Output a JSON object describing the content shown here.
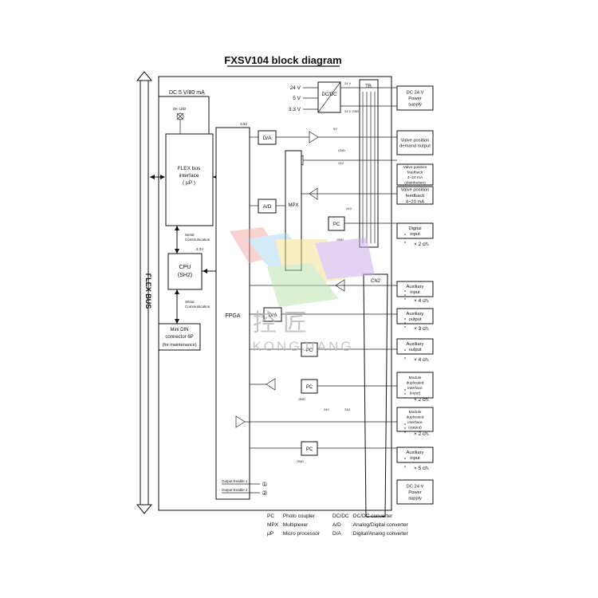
{
  "title": "FXSV104 block diagram",
  "flex_bus_label": "FLEX BUS",
  "dc_input_label": "DC 5 V/80 mA",
  "ok_led_label": "OK LED",
  "flex_if": {
    "line1": "FLEX bus",
    "line2": "interface",
    "line3": "( μP )"
  },
  "serial_comm_1": {
    "line1": "Serial",
    "line2": "Communication"
  },
  "serial_comm_2": {
    "line1": "Serial",
    "line2": "Communication"
  },
  "cpu": {
    "line1": "CPU",
    "line2": "(SH2)"
  },
  "cpu_33v": "3.3V",
  "mini_din": {
    "line1": "Mini DIN",
    "line2": "connector 6P",
    "line3": "(for maintenance)"
  },
  "fpga_label": "FPGA",
  "fpga_33v": "3.3V",
  "da_label": "D/A",
  "ad_label": "A/D",
  "mpx_label": "MPX",
  "pc_label": "PC",
  "dcdc_label": "DC/DC",
  "tb_label": "TB",
  "cn2_label": "CN2",
  "voltages": [
    "24 V",
    "5 V",
    "3.3 V"
  ],
  "dcdc_marks": {
    "top": "24 V",
    "bottom": "24 V GND"
  },
  "small_marks": [
    "5V",
    "GND",
    "24V",
    "24V",
    "GND",
    "24V",
    "GND",
    "24V",
    "GND"
  ],
  "right_boxes": [
    {
      "lines": [
        "DC 24 V",
        "Power",
        "supply"
      ],
      "mult": ""
    },
    {
      "lines": [
        "Valve position",
        "demand output"
      ],
      "mult": ""
    },
    {
      "lines": [
        "Valve position",
        "feedback",
        "4~20 mA",
        "(distribution)"
      ],
      "mult": ""
    },
    {
      "lines": [
        "Valve position",
        "feedback",
        "4~20 mA"
      ],
      "mult": ""
    },
    {
      "lines": [
        "Digital",
        "input"
      ],
      "mult": "× 2  ch."
    },
    {
      "lines": [
        "Auxiliary",
        "input"
      ],
      "mult": "× 4  ch."
    },
    {
      "lines": [
        "Auxiliary",
        "output"
      ],
      "mult": "× 3  ch."
    },
    {
      "lines": [
        "Auxiliary",
        "output"
      ],
      "mult": "× 4  ch."
    },
    {
      "lines": [
        "Module",
        "duplicated",
        "interface",
        "(input)"
      ],
      "mult": "× 2  ch."
    },
    {
      "lines": [
        "Module",
        "duplicated",
        "interface",
        "(output)"
      ],
      "mult": "× 2  ch."
    },
    {
      "lines": [
        "Auxiliary",
        "input"
      ],
      "mult": "× 5  ch."
    },
    {
      "lines": [
        "DC 24 V",
        "Power",
        "supply"
      ],
      "mult": ""
    }
  ],
  "output_enable": [
    {
      "label": "Output Enable 1",
      "num": "①"
    },
    {
      "label": "Output Enable 2",
      "num": "②"
    }
  ],
  "legend": [
    {
      "abbr": "PC",
      "text": ":Photo coupler"
    },
    {
      "abbr": "MPX",
      "text": ":Multiplexer"
    },
    {
      "abbr": "μP",
      "text": ":Micro processor"
    },
    {
      "abbr": "DC/DC",
      "text": ":DC/DC converter"
    },
    {
      "abbr": "A/D",
      "text": ":Analog/Digital converter"
    },
    {
      "abbr": "D/A",
      "text": ":Digital/Analog converter"
    }
  ],
  "watermark": {
    "cn": "控匠",
    "en": "KONGJIANG"
  },
  "colors": {
    "line": "#111111",
    "watermark_text": "#b8b8b8"
  }
}
